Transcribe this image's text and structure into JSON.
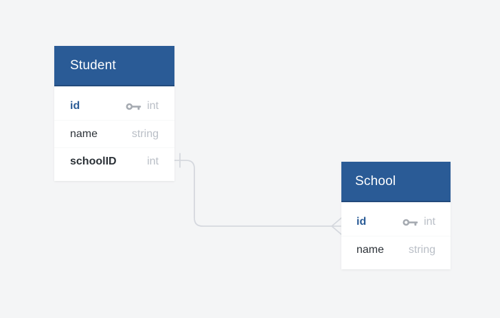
{
  "diagram": {
    "tables": [
      {
        "name": "Student",
        "columns": [
          {
            "name": "id",
            "type": "int",
            "primary_key": true
          },
          {
            "name": "name",
            "type": "string",
            "primary_key": false
          },
          {
            "name": "schoolID",
            "type": "int",
            "primary_key": false,
            "foreign_key": true
          }
        ]
      },
      {
        "name": "School",
        "columns": [
          {
            "name": "id",
            "type": "int",
            "primary_key": true
          },
          {
            "name": "name",
            "type": "string",
            "primary_key": false
          }
        ]
      }
    ],
    "relationship": {
      "from": "Student.schoolID",
      "to": "School.id",
      "cardinality": "one-to-many",
      "one_end_marker": "tick",
      "many_end_marker": "crow-foot"
    },
    "colors": {
      "page_background": "#f4f5f6",
      "card_background": "#ffffff",
      "header_background": "#2a5b96",
      "header_text": "#ffffff",
      "primary_key_text": "#2a5b96",
      "column_text": "#2b3137",
      "type_text": "#b9bec6",
      "key_icon": "#a5aab1",
      "connector_line": "#d5d8de"
    }
  }
}
